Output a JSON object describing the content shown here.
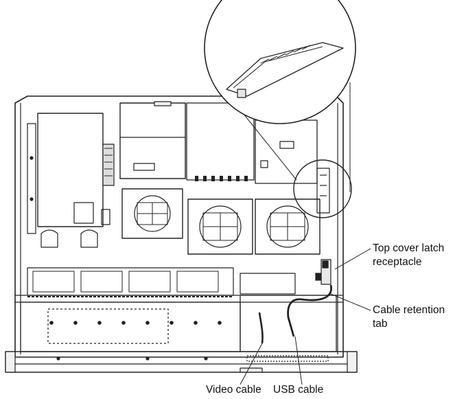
{
  "callouts": {
    "top_cover_latch": {
      "line1": "Top cover latch",
      "line2": "receptacle"
    },
    "cable_retention": {
      "line1": "Cable retention",
      "line2": "tab"
    },
    "video_cable": "Video cable",
    "usb_cable": "USB cable"
  }
}
